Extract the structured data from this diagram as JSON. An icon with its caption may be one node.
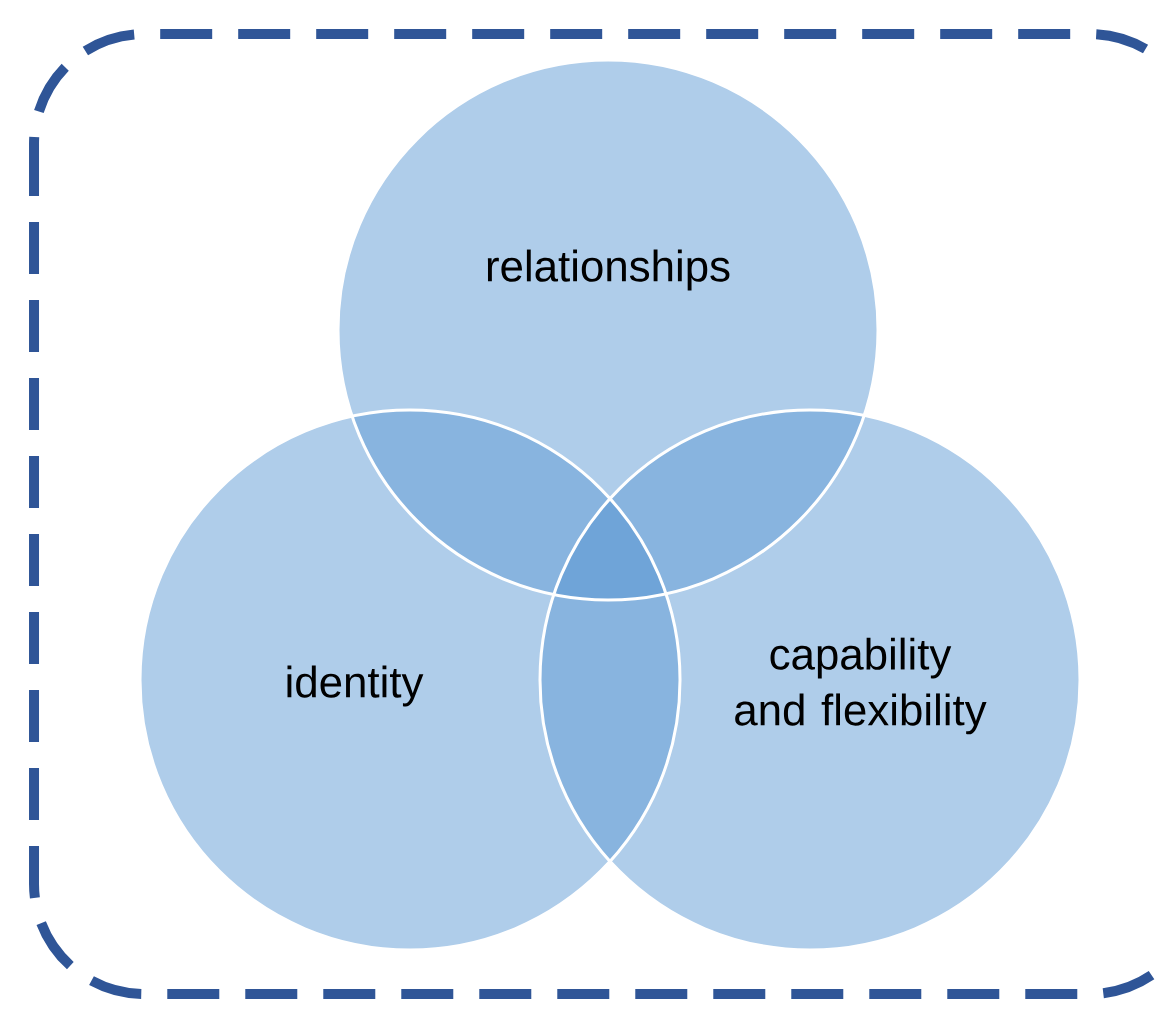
{
  "diagram": {
    "nodes": [
      {
        "text": [
          "relationships"
        ]
      },
      {
        "text": [
          "identity"
        ]
      },
      {
        "text": [
          "capability and flexibility"
        ]
      }
    ]
  }
}
